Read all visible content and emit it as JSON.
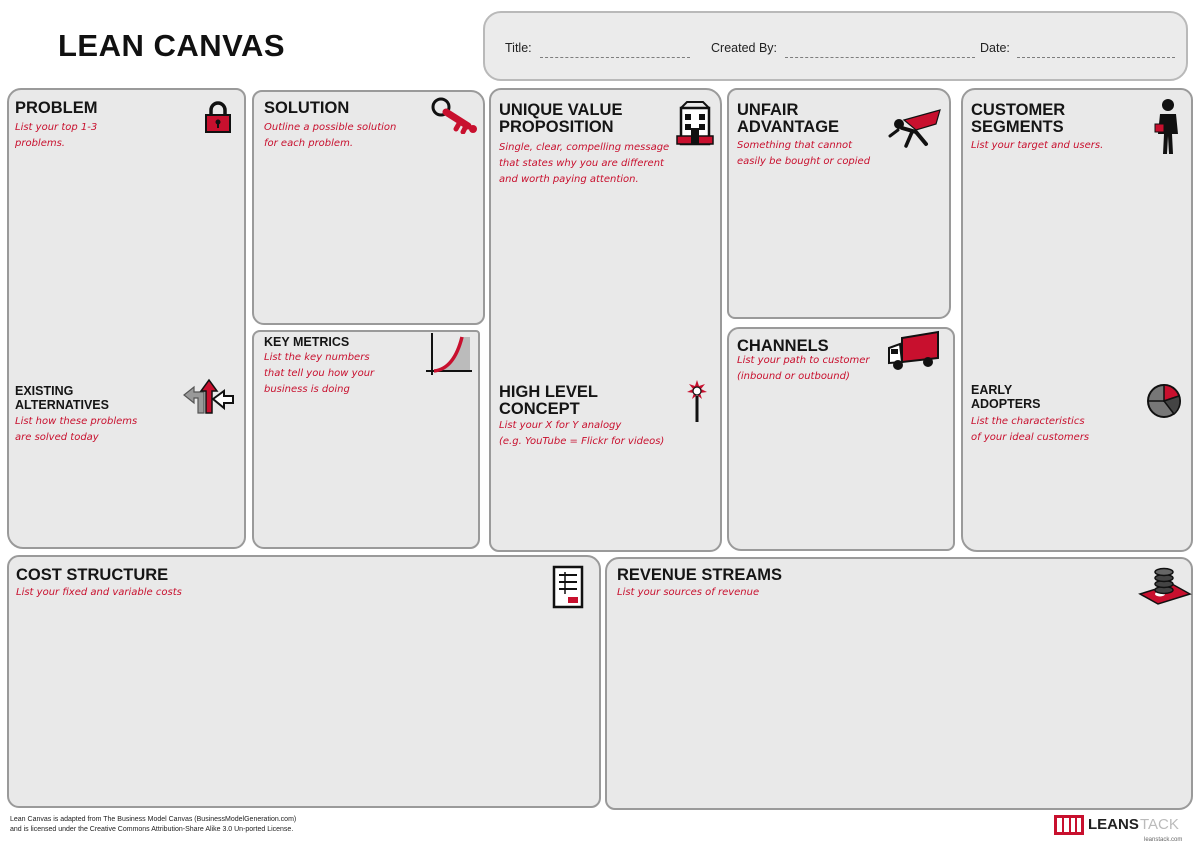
{
  "canvas_title": "LEAN CANVAS",
  "header": {
    "title_label": "Title:",
    "created_by_label": "Created By:",
    "date_label": "Date:"
  },
  "problem": {
    "heading": "PROBLEM",
    "description": [
      "List your top 1-3",
      "problems."
    ]
  },
  "existing_alternatives": {
    "heading": [
      "EXISTING",
      "ALTERNATIVES"
    ],
    "description": [
      "List how these problems",
      "are solved today"
    ]
  },
  "solution": {
    "heading": "SOLUTION",
    "description": [
      "Outline a possible solution",
      "for each problem."
    ]
  },
  "key_metrics": {
    "heading": "KEY METRICS",
    "description": [
      "List the key numbers",
      "that tell you how your",
      "business is doing"
    ]
  },
  "uvp": {
    "heading": [
      "UNIQUE VALUE",
      "PROPOSITION"
    ],
    "description": [
      "Single, clear, compelling message",
      "that states why you are different",
      "and worth paying attention."
    ]
  },
  "high_level_concept": {
    "heading": [
      "HIGH LEVEL",
      "CONCEPT"
    ],
    "description": [
      "List your X for Y analogy",
      "(e.g. YouTube = Flickr for videos)"
    ]
  },
  "unfair_advantage": {
    "heading": [
      "UNFAIR",
      "ADVANTAGE"
    ],
    "description": [
      "Something that cannot",
      "easily be bought or copied"
    ]
  },
  "channels": {
    "heading": "CHANNELS",
    "description": [
      "List your path to customer",
      "(inbound or outbound)"
    ]
  },
  "customer_segments": {
    "heading": [
      "CUSTOMER",
      "SEGMENTS"
    ],
    "description": [
      "List your target and users."
    ]
  },
  "early_adopters": {
    "heading": [
      "EARLY",
      "ADOPTERS"
    ],
    "description": [
      "List the characteristics",
      "of your ideal customers"
    ]
  },
  "cost_structure": {
    "heading": "COST STRUCTURE",
    "description": [
      "List your fixed and variable costs"
    ]
  },
  "revenue_streams": {
    "heading": "REVENUE STREAMS",
    "description": [
      "List your sources of revenue"
    ]
  },
  "footer": {
    "line1": "Lean Canvas is adapted from The Business Model Canvas (BusinessModelGeneration.com)",
    "line2": "and is licensed under the Creative Commons Attribution-Share Alike 3.0 Un-ported License."
  },
  "brand": {
    "name_a": "LEANS",
    "name_b": "TACK",
    "url": "leanstack.com"
  },
  "colors": {
    "accent": "#c8102e",
    "panel": "#e9e9e9",
    "border": "#9a9a9a"
  },
  "icons": [
    "lock-icon",
    "key-icon",
    "building-icon",
    "superhero-icon",
    "businessman-icon",
    "arrows-icon",
    "growth-chart-icon",
    "lit-match-icon",
    "truck-icon",
    "pie-chart-icon",
    "receipt-icon",
    "money-stack-icon",
    "leanstack-logo-icon"
  ]
}
